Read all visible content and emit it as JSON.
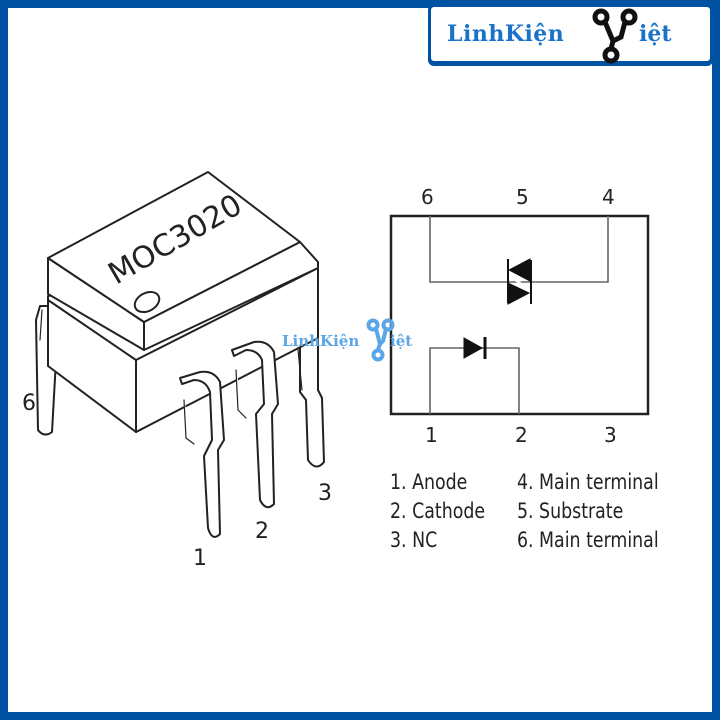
{
  "logo": {
    "brand_prefix": "LinhKiện",
    "brand_suffix": "iệt",
    "icon": "circuit-v-icon",
    "colors": {
      "text": "#1a73c9",
      "icon": "#111111",
      "border": "#0052a3"
    }
  },
  "watermark": {
    "prefix": "LinhKiện",
    "suffix": "iệt",
    "color": "#5aa6e6"
  },
  "chip": {
    "part_number": "MOC3020",
    "pin_labels": [
      "1",
      "2",
      "3",
      "6"
    ]
  },
  "schematic": {
    "top_pins": [
      "6",
      "5",
      "4"
    ],
    "bottom_pins": [
      "1",
      "2",
      "3"
    ],
    "components": [
      "led-diode",
      "triac"
    ]
  },
  "legend": {
    "rows": [
      {
        "left": "1. Anode",
        "right": "4. Main terminal"
      },
      {
        "left": "2. Cathode",
        "right": "5. Substrate"
      },
      {
        "left": "3. NC",
        "right": "6. Main terminal"
      }
    ]
  },
  "frame": {
    "border_color": "#0052a3"
  }
}
